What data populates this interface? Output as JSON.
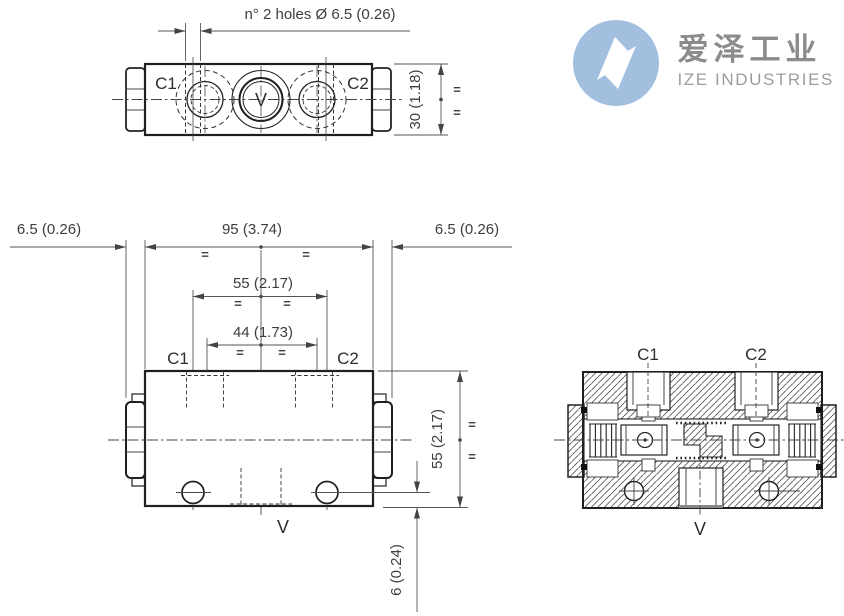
{
  "watermark": {
    "brand_cn": "爱泽工业",
    "brand_en": "IZE INDUSTRIES",
    "logo_color": "#a3bfdf"
  },
  "symbols": {
    "equal": "="
  },
  "top_view": {
    "port_c1": "C1",
    "port_c2": "C2",
    "port_v": "V",
    "dim_holes": "n° 2 holes Ø 6.5 (0.26)",
    "dim_height": "30 (1.18)"
  },
  "front_view": {
    "port_c1": "C1",
    "port_c2": "C2",
    "port_v": "V",
    "dim_side_left": "6.5 (0.26)",
    "dim_width": "95 (3.74)",
    "dim_side_right": "6.5 (0.26)",
    "dim_hole_spacing": "55 (2.17)",
    "dim_port_spacing": "44 (1.73)",
    "dim_height": "55 (2.17)",
    "dim_hole_offset": "6 (0.24)"
  },
  "section_view": {
    "port_c1": "C1",
    "port_c2": "C2",
    "port_v": "V"
  }
}
